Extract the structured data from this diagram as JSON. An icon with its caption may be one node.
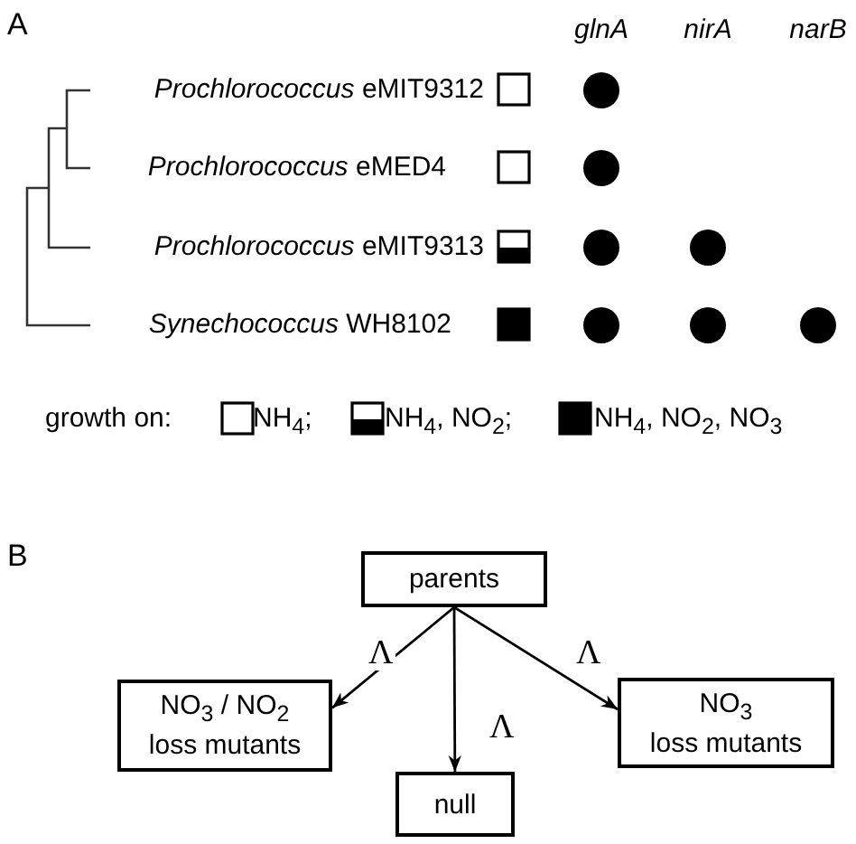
{
  "diagram": {
    "nodes": [
      {
        "text": [
          "parents"
        ]
      },
      {
        "text": [
          "NO$_{3}$ / NO$_{2}$ loss mutants"
        ]
      },
      {
        "text": [
          "null"
        ]
      },
      {
        "text": [
          "NO$_{3}$ loss mutants"
        ]
      }
    ],
    "edges": [
      {
        "from": 0,
        "to": 1,
        "arrow": "to",
        "label": "Λ"
      },
      {
        "from": 0,
        "to": 2,
        "arrow": "to",
        "label": "Λ"
      },
      {
        "from": 0,
        "to": 3,
        "arrow": "to",
        "label": "Λ"
      }
    ],
    "labels": [
      "A",
      "glnA",
      "nirA",
      "narB",
      "*Prochlorococcus* eMIT9312",
      "*Prochlorococcus* eMED4",
      "*Prochlorococcus* eMIT9313",
      "*Synechococcus* WH8102",
      "growth on:",
      "B"
    ],
    "legend": [
      {
        "text": "NH$_{4}$;"
      },
      {
        "text": "NH$_{4}$, NO$_{2}$;"
      },
      {
        "text": "NH$_{4}$, NO$_{2}$, NO$_{3}$"
      }
    ]
  }
}
